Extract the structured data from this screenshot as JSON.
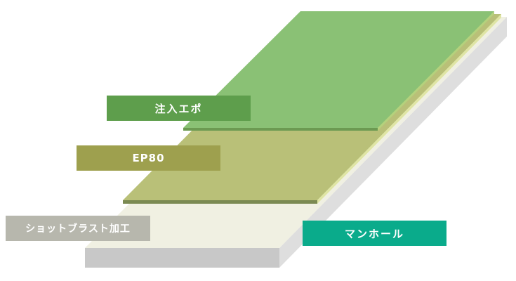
{
  "labels": {
    "epoxy": "注入エポ",
    "ep80": "EP80",
    "shot_blast": "ショットブラスト加工",
    "manhole": "マンホール"
  },
  "colors": {
    "epoxy": "#5e9e4c",
    "ep80": "#9ea04e",
    "shot_blast": "#b7b7ad",
    "manhole": "#0aab8b",
    "epoxy_layer_top": "#8ac175",
    "ep80_layer_top": "#b9c078",
    "substrate_top": "#f0f0e2",
    "base_slab": "#c8c8c8"
  }
}
